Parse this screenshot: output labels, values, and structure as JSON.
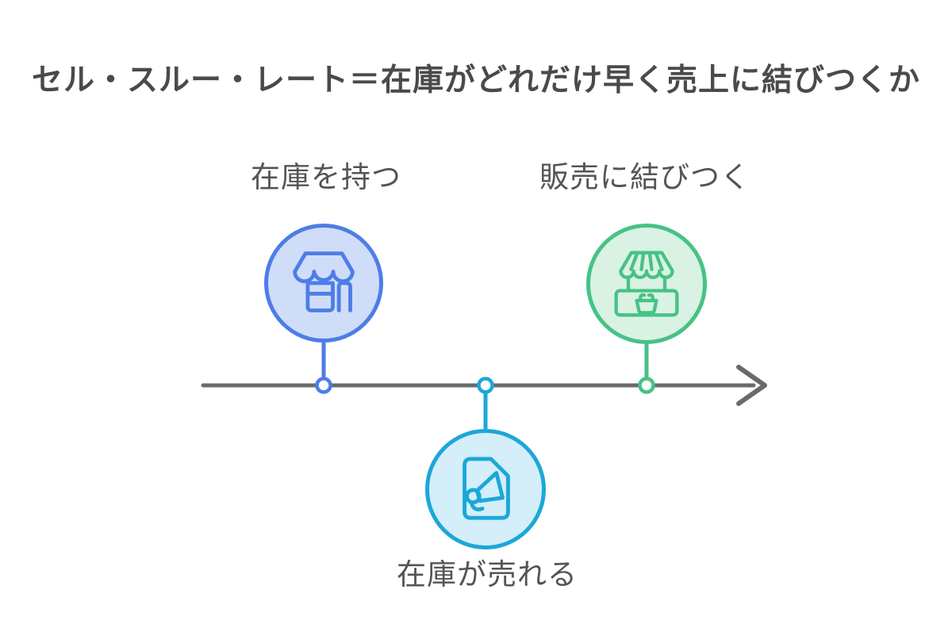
{
  "title": "セル・スルー・レート＝在庫がどれだけ早く売上に結びつくか",
  "nodes": [
    {
      "id": "hold-inventory",
      "label": "在庫を持つ",
      "icon": "storefront-icon",
      "position": "above-line",
      "color": "#4d7de8",
      "fill": "#cfddf8"
    },
    {
      "id": "inventory-sells",
      "label": "在庫が売れる",
      "icon": "megaphone-document-icon",
      "position": "below-line",
      "color": "#1ca7d8",
      "fill": "#d4eefa"
    },
    {
      "id": "leads-to-sales",
      "label": "販売に結びつく",
      "icon": "market-stall-icon",
      "position": "above-line",
      "color": "#47c285",
      "fill": "#d9f2e4"
    }
  ],
  "timeline": {
    "direction": "left-to-right",
    "color": "#6a6a6a"
  },
  "colors": {
    "node-blue": "#4d7de8",
    "node-blue-fill": "#cfddf8",
    "node-cyan": "#1ca7d8",
    "node-cyan-fill": "#d4eefa",
    "node-green": "#47c285",
    "node-green-fill": "#d9f2e4",
    "timeline-gray": "#6a6a6a",
    "title-text": "#4a4a4a",
    "label-text": "#545454"
  }
}
